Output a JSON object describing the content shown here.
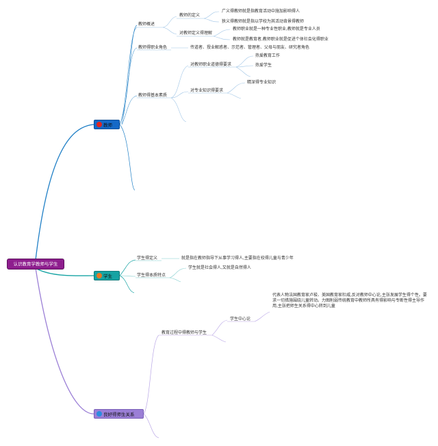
{
  "mindmap": {
    "root": "认识教育学教师与学生",
    "colors": {
      "root": "#8e1e8e",
      "teacher": "#1569c7",
      "student": "#16a3a3",
      "relation": "#9b7fd6"
    },
    "teacher": {
      "label": "教师",
      "icon": "red-circle-icon",
      "overview": {
        "label": "教师概述",
        "definition": {
          "label": "教师的定义",
          "items": [
            "广义得教师就是指教育活动中施加影响得人",
            "狭义得教师就是指以学校为其活动背景得教师"
          ]
        },
        "understanding": {
          "label": "对教师定义得理解",
          "items": [
            "教师职业就是一种专业性职业,教师就是专业人员",
            "教师就是教育者,教师职业就是促进个体社会化得职业"
          ]
        }
      },
      "roles": {
        "label": "教师得职业角色",
        "text": "传道者、授业解惑者、示范者、管理者、父母与朋友、研究者角色"
      },
      "qualities": {
        "label": "教师得基本素质",
        "ethics": {
          "label": "对教师职业道德得要求",
          "items": [
            "热爱教育工作",
            "热爱学生"
          ]
        },
        "knowledge": {
          "label": "对专业知识得要求",
          "items": [
            "精深得专业知识"
          ]
        }
      }
    },
    "student": {
      "label": "学生",
      "icon": "orange-circle-icon",
      "definition": {
        "label": "学生得定义",
        "text": "就是指在教师指导下从事学习得人,主要指在校得儿童与青少年"
      },
      "traits": {
        "label": "学生得本质特点",
        "items": [
          "学生就是社会得人,又就是自然得人"
        ]
      }
    },
    "relation": {
      "label": "良好得师生关系",
      "icon": "blue-globe-icon",
      "process": {
        "label": "教育过程中得教师与学生",
        "center": {
          "label": "学生中心论",
          "text": "代表人物法国教育家卢梭、美国教育家杜威,反对教师中心论,主张发展学生得个性。要求一切措施围绕儿童转动。力图削弱传统教育中教师所具有得影响与专断性得主导作用,主张把师生关系得中心转到儿童"
        }
      }
    }
  }
}
